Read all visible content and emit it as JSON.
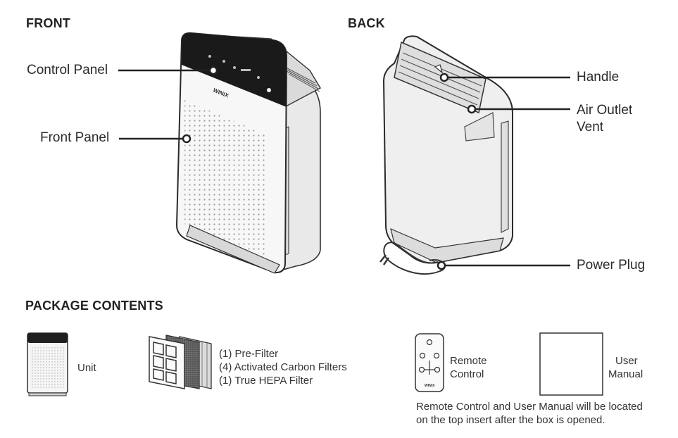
{
  "sections": {
    "front": "FRONT",
    "back": "BACK",
    "package": "PACKAGE CONTENTS"
  },
  "front_callouts": {
    "control_panel": "Control Panel",
    "front_panel": "Front Panel"
  },
  "back_callouts": {
    "handle": "Handle",
    "air_outlet_line1": "Air Outlet",
    "air_outlet_line2": "Vent",
    "power_plug": "Power Plug"
  },
  "brand": "WINIX",
  "package": {
    "unit": "Unit",
    "filters": [
      "(1) Pre-Filter",
      "(4) Activated Carbon Filters",
      "(1) True HEPA Filter"
    ],
    "remote_line1": "Remote",
    "remote_line2": "Control",
    "remote_brand": "WINIX",
    "manual_line1": "User",
    "manual_line2": "Manual",
    "note_line1": "Remote Control and User Manual will be located",
    "note_line2": "on the top insert after the box is opened."
  }
}
